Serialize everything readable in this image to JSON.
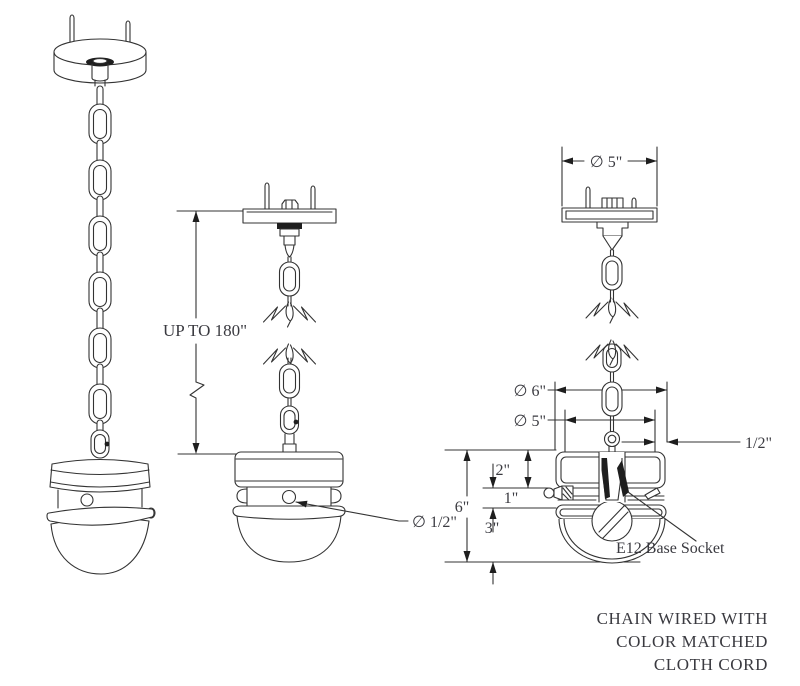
{
  "drawing": {
    "type": "technical-line-drawing",
    "subject": "pendant light fixture with chain, canopy and glass dome",
    "views": [
      "full pendant perspective",
      "canopy and fixture elevation",
      "canopy section",
      "fixture section"
    ]
  },
  "labels": {
    "canopy_diameter": "∅ 5\"",
    "chain_length": "UP TO 180\"",
    "thumbscrew_diameter": "∅ 1/2\"",
    "shade_outer_diameter": "∅ 6\"",
    "fitter_diameter": "∅ 5\"",
    "reveal_width": "1/2\"",
    "fitter_height": "2\"",
    "socket_drop": "1\"",
    "overall_height": "6\"",
    "glass_height": "3\"",
    "socket_type": "E12 Base Socket"
  },
  "note": {
    "line1": "CHAIN WIRED WITH",
    "line2": "COLOR MATCHED",
    "line3": "CLOTH CORD"
  },
  "colors": {
    "line": "#333333",
    "text": "#3a3a40",
    "dark_fill": "#1e1e1e",
    "background": "#ffffff"
  }
}
